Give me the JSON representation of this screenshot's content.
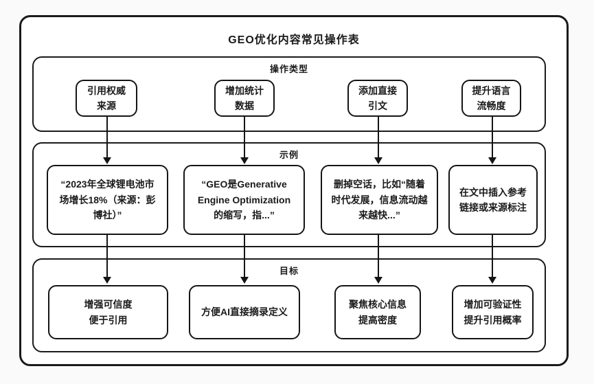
{
  "title": "GEO优化内容常见操作表",
  "colors": {
    "border": "#1a1a1a",
    "canvas": "#fafafa",
    "node_fill": "#ffffff",
    "text": "#1a1a1a"
  },
  "sections": {
    "types": {
      "label": "操作类型",
      "boxes": [
        "引用权威\n来源",
        "增加统计\n数据",
        "添加直接\n引文",
        "提升语言\n流畅度"
      ]
    },
    "examples": {
      "label": "示例",
      "boxes": [
        "“2023年全球锂电池市\n场增长18%（来源：彭\n博社）”",
        "“GEO是Generative\nEngine Optimization\n的缩写，指...”",
        "删掉空话，比如“随着\n时代发展，信息流动越\n来越快...”",
        "在文中插入参考\n链接或来源标注"
      ]
    },
    "goals": {
      "label": "目标",
      "boxes": [
        "增强可信度\n便于引用",
        "方便AI直接摘录定义",
        "聚焦核心信息\n提高密度",
        "增加可验证性\n提升引用概率"
      ]
    }
  }
}
